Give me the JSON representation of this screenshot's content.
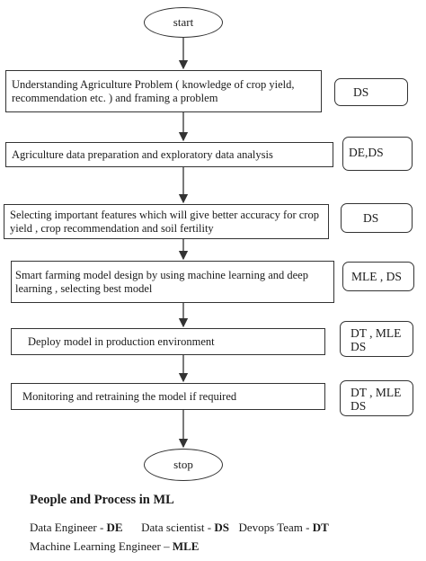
{
  "start_label": "start",
  "stop_label": "stop",
  "steps": [
    {
      "text": "Understanding Agriculture Problem ( knowledge of crop yield, recommendation etc. ) and framing a problem",
      "role": "DS"
    },
    {
      "text": "Agriculture data preparation and exploratory data analysis",
      "role": "DE,DS"
    },
    {
      "text": "Selecting important features which will give better accuracy for crop yield , crop recommendation and soil fertility",
      "role": "DS"
    },
    {
      "text": "Smart farming model design by using machine learning and deep learning , selecting best model",
      "role": "MLE , DS"
    },
    {
      "text": "Deploy model in production environment",
      "role": "DT , MLE DS"
    },
    {
      "text": "Monitoring and retraining the model if required",
      "role": "DT , MLE DS"
    }
  ],
  "legend": {
    "title": "People and Process in ML",
    "line1": {
      "de_label": "Data Engineer -",
      "de_abbr": "DE",
      "ds_label": "Data scientist  -",
      "ds_abbr": "DS",
      "dt_label": "Devops Team  -",
      "dt_abbr": "DT"
    },
    "line2": {
      "mle_label": "Machine Learning Engineer –",
      "mle_abbr": "MLE"
    }
  }
}
